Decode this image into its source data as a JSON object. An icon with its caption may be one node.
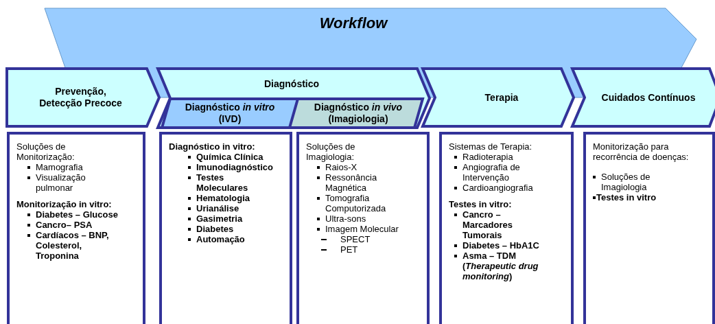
{
  "diagram": {
    "nodes": [
      {
        "text": [
          "Workflow"
        ]
      },
      {
        "text": [
          "Prevenção, Detecção Precoce"
        ]
      },
      {
        "text": [
          "Diagnóstico"
        ]
      },
      {
        "text": [
          "Diagnóstico *in* *vitro* (IVD)"
        ],
        "in": 2
      },
      {
        "text": [
          "Diagnóstico *in vivo* (Imagiologia)"
        ],
        "in": 2
      },
      {
        "text": [
          "Terapia"
        ]
      },
      {
        "text": [
          "Cuidados Contínuos"
        ]
      },
      {
        "text": [
          "Soluções de Monitorização:",
          "Mamografia",
          "Visualização pulmonar",
          "Monitorização in vitro:",
          "Diabetes – Glucose",
          "Cancro– PSA",
          "Cardíacos – BNP, Colesterol, Troponina"
        ]
      },
      {
        "text": [
          "Diagnóstico in vitro:",
          "Química Clínica",
          "Imunodiagnóstico",
          "Testes Moleculares",
          "Hematologia",
          "Urianálise",
          "Gasimetria",
          "Diabetes",
          "Automação"
        ]
      },
      {
        "text": [
          "Soluções de Imagiologia:",
          "Raios-X",
          "Ressonância Magnética",
          "Tomografia Computorizada",
          "Ultra-sons",
          "Imagem Molecular",
          "SPECT",
          "PET"
        ]
      },
      {
        "text": [
          "Sistemas de Terapia:",
          "Radioterapia",
          "Angiografia de Intervenção",
          "Cardioangiografia",
          "Testes in vitro:",
          "Cancro – Marcadores Tumorais",
          "Diabetes – HbA1C",
          "Asma – TDM (*Therapeutic drug monitoring*)"
        ]
      },
      {
        "text": [
          "Monitorização para recorrência de doenças:",
          "Soluções de Imagiologia",
          "Testes in vitro"
        ]
      }
    ]
  }
}
